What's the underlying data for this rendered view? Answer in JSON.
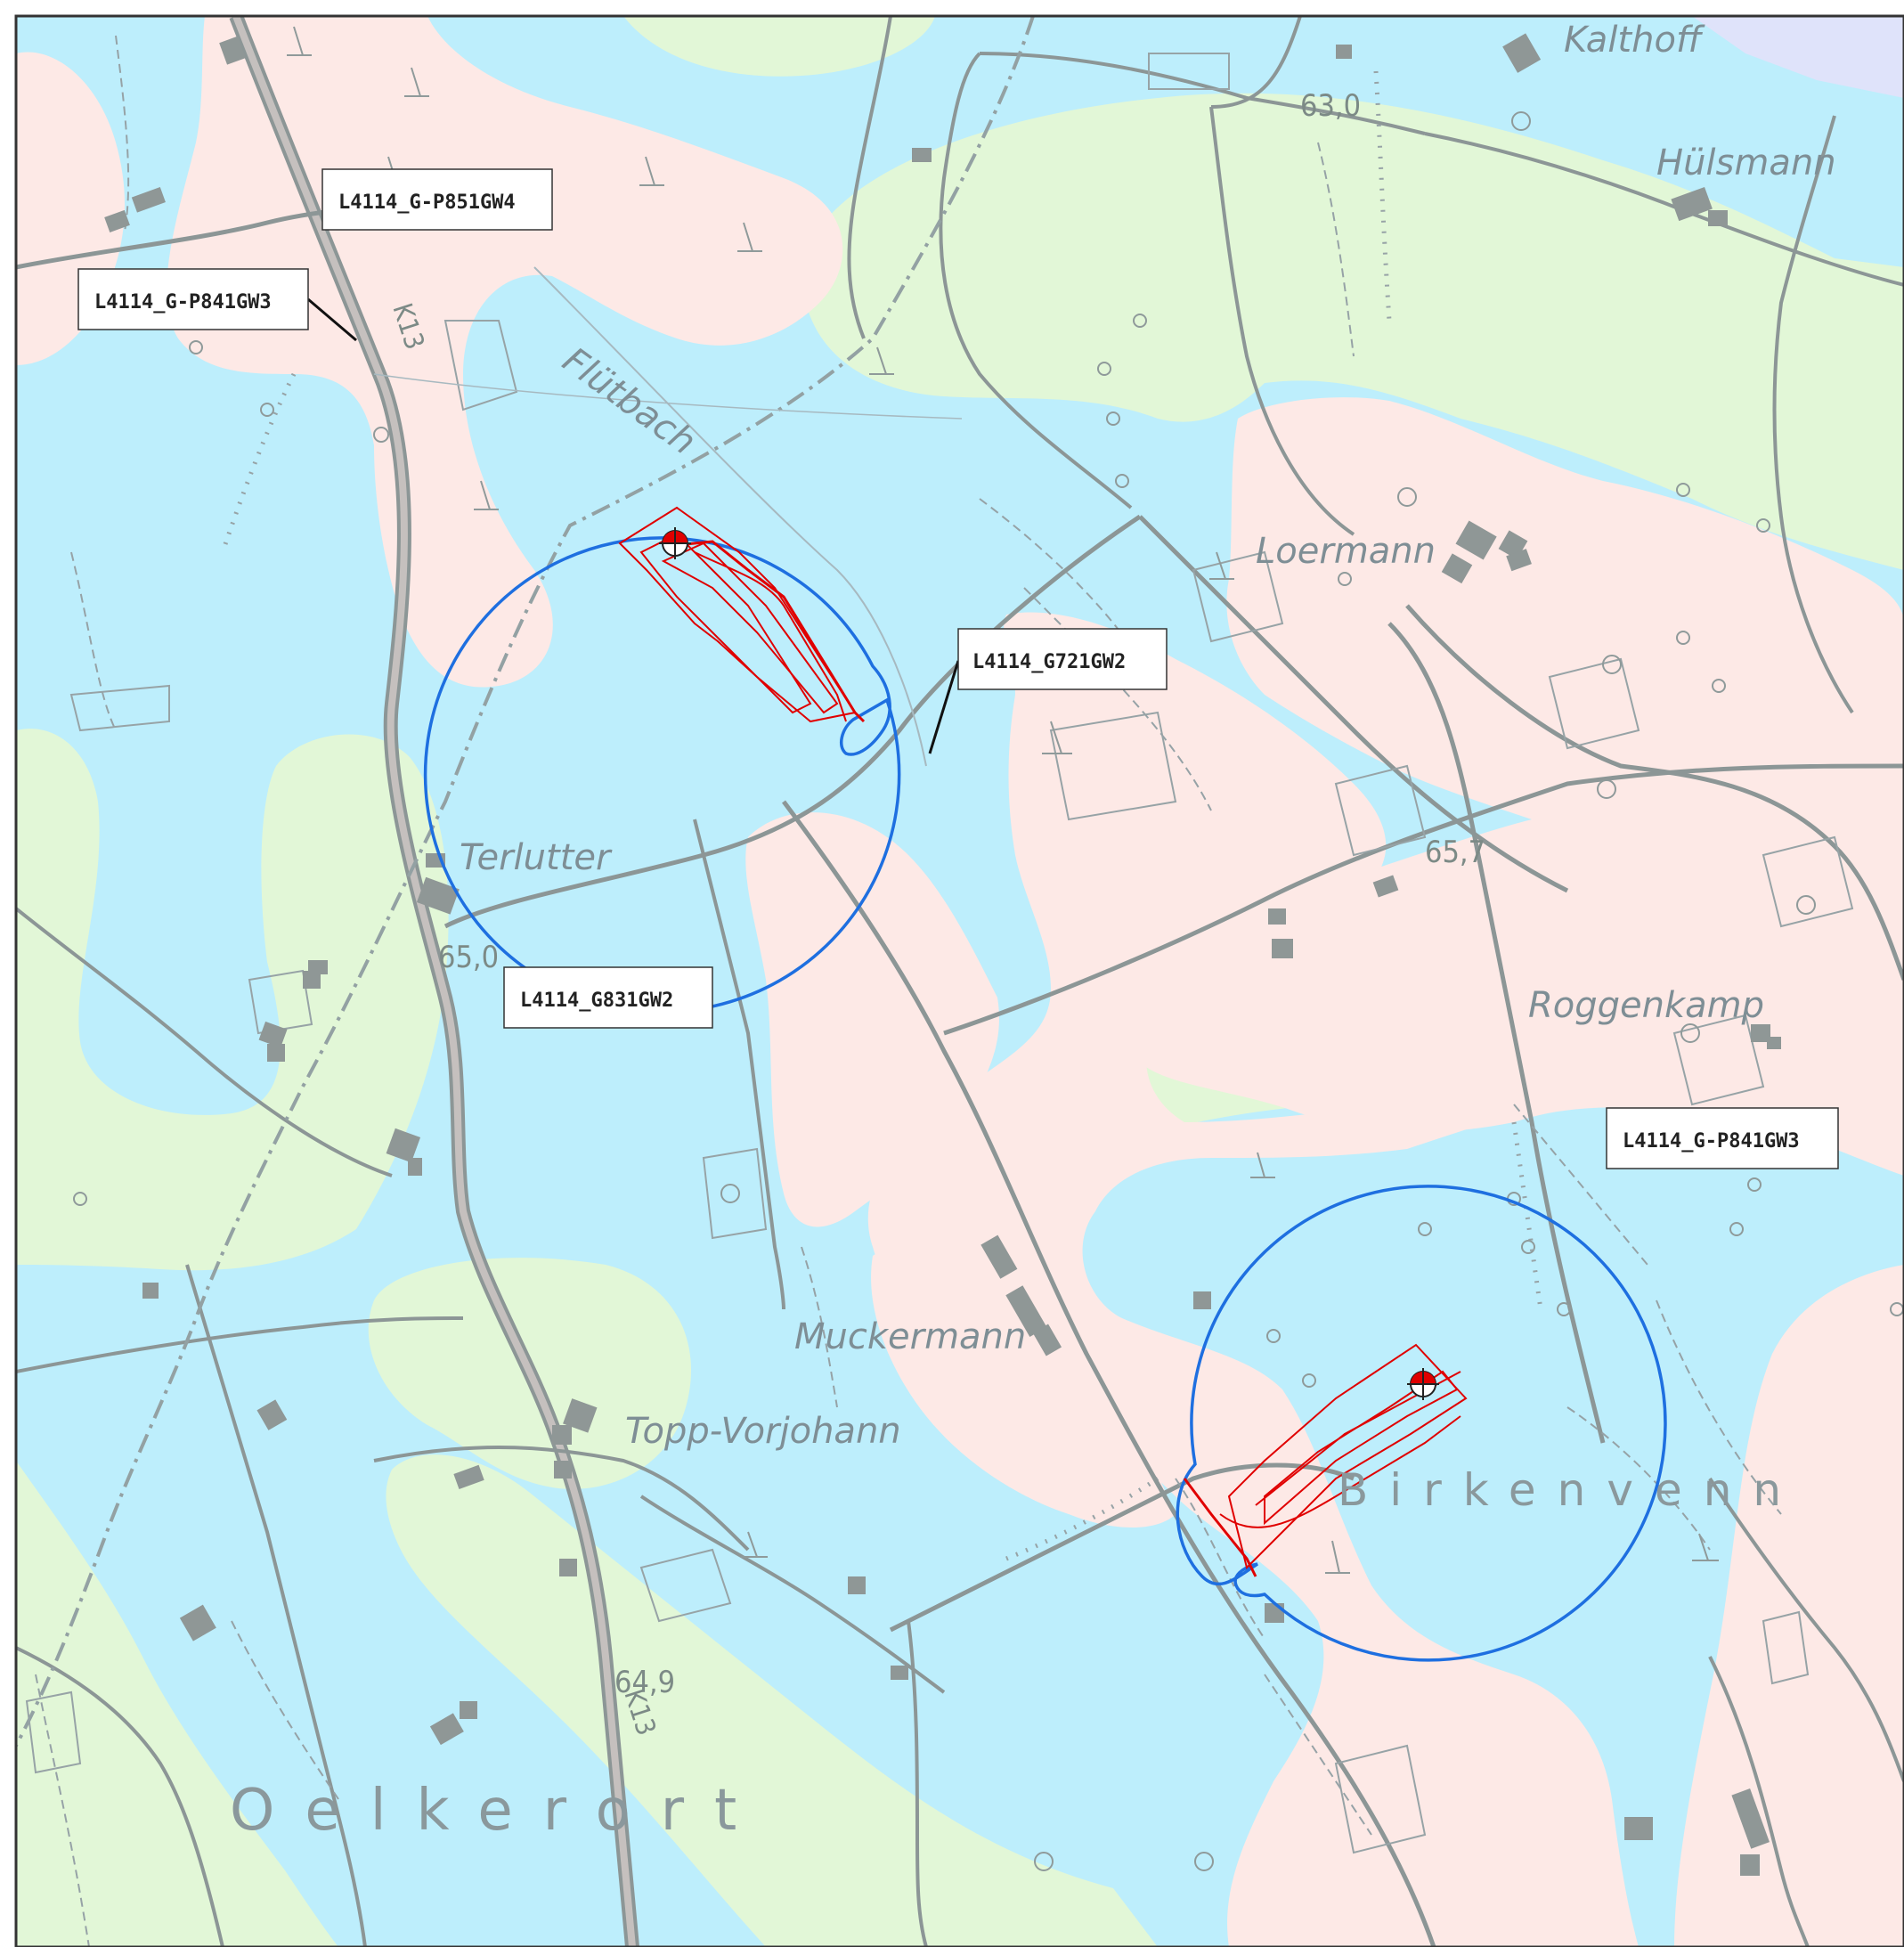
{
  "map": {
    "colors": {
      "blue_zone": "#bdeefc",
      "green_zone": "#e2f7d7",
      "pink_zone": "#fde9e6",
      "lavender_zone": "#dfe3fa",
      "buffer_circle": "#1e6fe0",
      "site_outline": "#e00000",
      "road": "#8c9696",
      "building": "#8f9796"
    },
    "place_names": {
      "kalthoff": "Kalthoff",
      "huelsmann": "Hülsmann",
      "fluetbach": "Flütbach",
      "loermann": "Loermann",
      "terlutter": "Terlutter",
      "roggenkamp": "Roggenkamp",
      "muckermann": "Muckermann",
      "topp_vorjohann": "Topp-Vorjohann",
      "birkenvenn": "Birkenvenn",
      "oelkerort": "Oelkerort"
    },
    "road_labels": {
      "k13_north": "K13",
      "k13_south": "K13"
    },
    "spot_heights": {
      "h63": "63,0",
      "h65_7": "65,7",
      "h65_0": "65,0",
      "h64_9": "64,9"
    },
    "zone_labels": {
      "p851gw4": "L4114_G-P851GW4",
      "p841gw3_west": "L4114_G-P841GW3",
      "g721gw2": "L4114_G721GW2",
      "g831gw2": "L4114_G831GW2",
      "p841gw3_east": "L4114_G-P841GW3"
    },
    "icons": {
      "well_marker": "crosshair-well-icon",
      "tree_symbol": "coniferous-tree-icon"
    }
  }
}
